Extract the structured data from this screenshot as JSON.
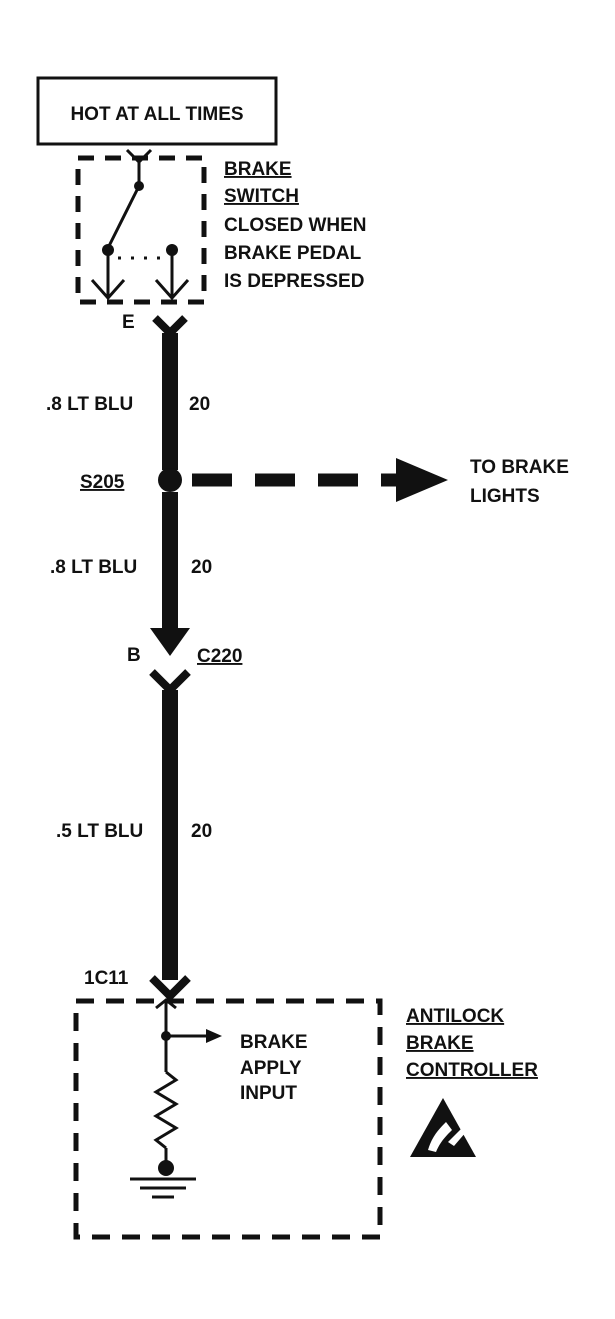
{
  "power_source": {
    "label": "HOT AT ALL TIMES"
  },
  "brake_switch": {
    "title_line1": "BRAKE",
    "title_line2": "SWITCH",
    "desc_line1": "CLOSED WHEN",
    "desc_line2": "BRAKE PEDAL",
    "desc_line3": "IS DEPRESSED",
    "terminal": "E"
  },
  "wire_1": {
    "size_color": ".8 LT BLU",
    "circuit": "20"
  },
  "splice": {
    "id": "S205",
    "branch_label_line1": "TO BRAKE",
    "branch_label_line2": "LIGHTS"
  },
  "wire_2": {
    "size_color": ".8 LT BLU",
    "circuit": "20"
  },
  "connector": {
    "id": "C220",
    "terminal": "B"
  },
  "wire_3": {
    "size_color": ".5 LT BLU",
    "circuit": "20"
  },
  "controller": {
    "pin": "1C11",
    "title_line1": "ANTILOCK",
    "title_line2": "BRAKE",
    "title_line3": "CONTROLLER",
    "input_line1": "BRAKE",
    "input_line2": "APPLY",
    "input_line3": "INPUT",
    "esd_icon": "esd-warning-icon"
  },
  "colors": {
    "ink": "#111111",
    "background": "#ffffff"
  }
}
